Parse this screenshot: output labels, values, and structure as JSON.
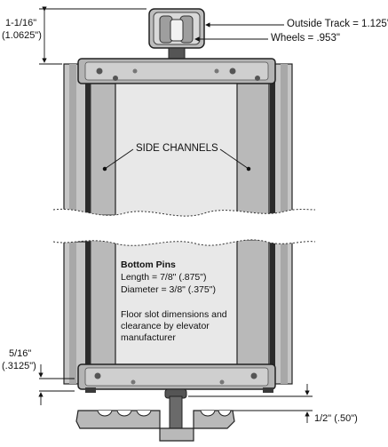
{
  "dimensions": {
    "top_fraction": "1-1/16\"",
    "top_decimal": "(1.0625\")",
    "side_fraction": "5/16\"",
    "side_decimal": "(.3125\")",
    "bottom": "1/2\" (.50\")"
  },
  "callouts": {
    "outside_track": "Outside Track = 1.125\"",
    "wheels": "Wheels = .953\"",
    "side_channels": "SIDE CHANNELS"
  },
  "bottom_pins": {
    "title": "Bottom Pins",
    "length": "Length = 7/8\" (.875\")",
    "diameter": "Diameter = 3/8\" (.375\")",
    "note_line1": "Floor slot dimensions and",
    "note_line2": "clearance by elevator",
    "note_line3": "manufacturer"
  },
  "colors": {
    "frame": "#b4b4b4",
    "frame_dark": "#3a3a3a",
    "panel": "#e8e8e8",
    "channel": "#c9c9c9",
    "line": "#111111"
  }
}
